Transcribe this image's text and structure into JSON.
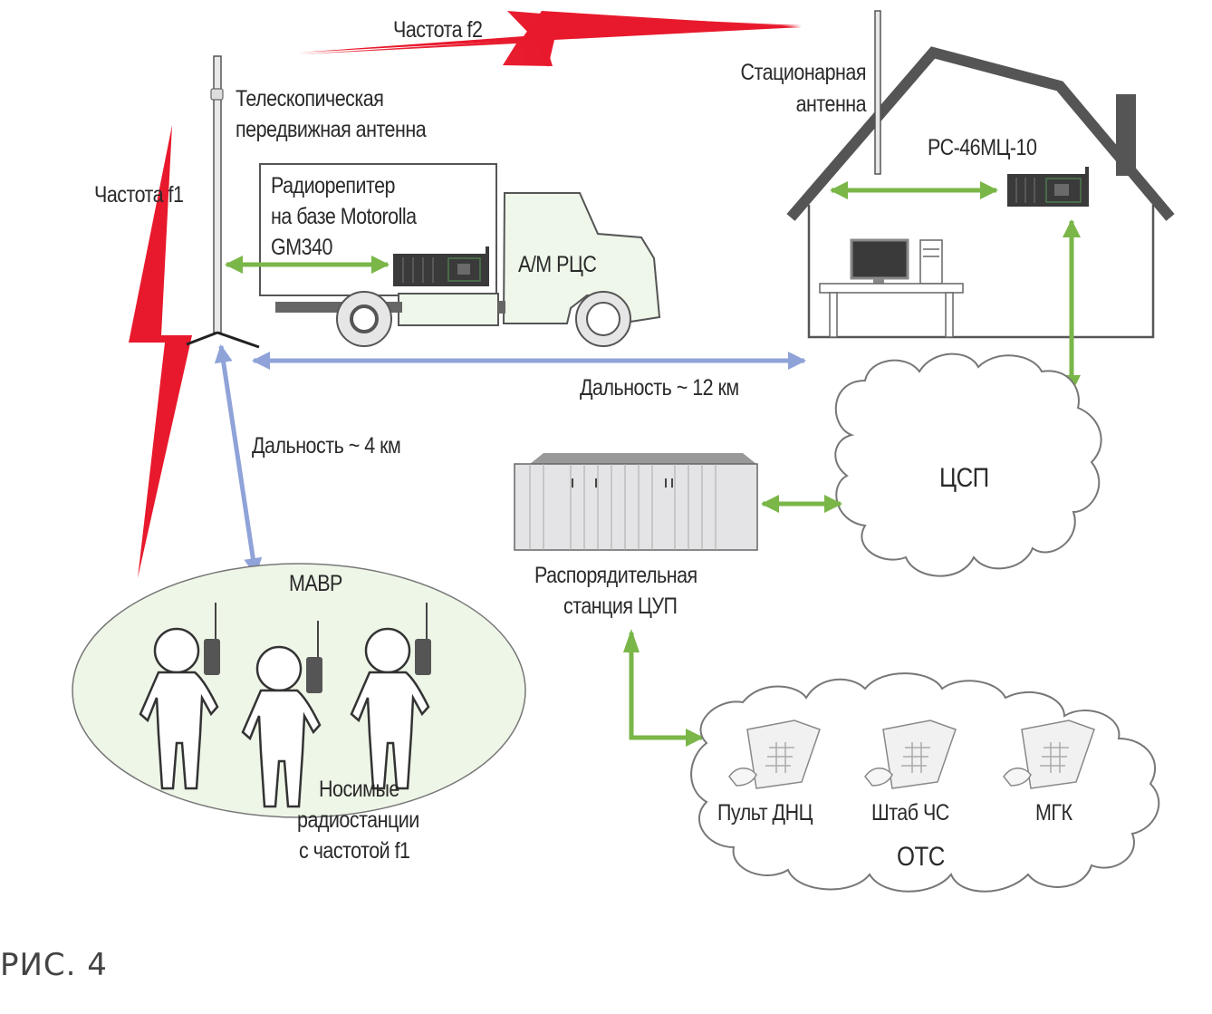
{
  "figure": {
    "caption": "РИС. 4",
    "colors": {
      "radio_link": "#e8192c",
      "wired_link": "#7ab648",
      "range_arrow": "#8fa3d9",
      "device_dark": "#3a3a3a",
      "zone_fill": "#eef6e8"
    }
  },
  "links": {
    "freq_f1": "Частота f1",
    "freq_f2": "Частота f2",
    "range_short": "Дальность ~ 4 км",
    "range_long": "Дальность ~ 12 км"
  },
  "mobile_antenna": {
    "label_line1": "Телескопическая",
    "label_line2": "передвижная антенна"
  },
  "truck": {
    "repeater_line1": "Радиорепитер",
    "repeater_line2": "на базе Motorolla",
    "repeater_line3": "GM340",
    "vehicle_label": "А/М РЦС"
  },
  "station": {
    "antenna_line1": "Стационарная",
    "antenna_line2": "антенна",
    "radio_model": "РС-46МЦ-10"
  },
  "networks": {
    "digital": "ЦСП",
    "telephone": "ОТС",
    "phones": [
      "Пульт ДНЦ",
      "Штаб ЧС",
      "МГК"
    ]
  },
  "dispatch": {
    "label_line1": "Распорядительная",
    "label_line2": "станция ЦУП"
  },
  "field_team": {
    "group": "МАВР",
    "label_line1": "Носимые",
    "label_line2": "радиостанции",
    "label_line3": "с частотой f1"
  }
}
